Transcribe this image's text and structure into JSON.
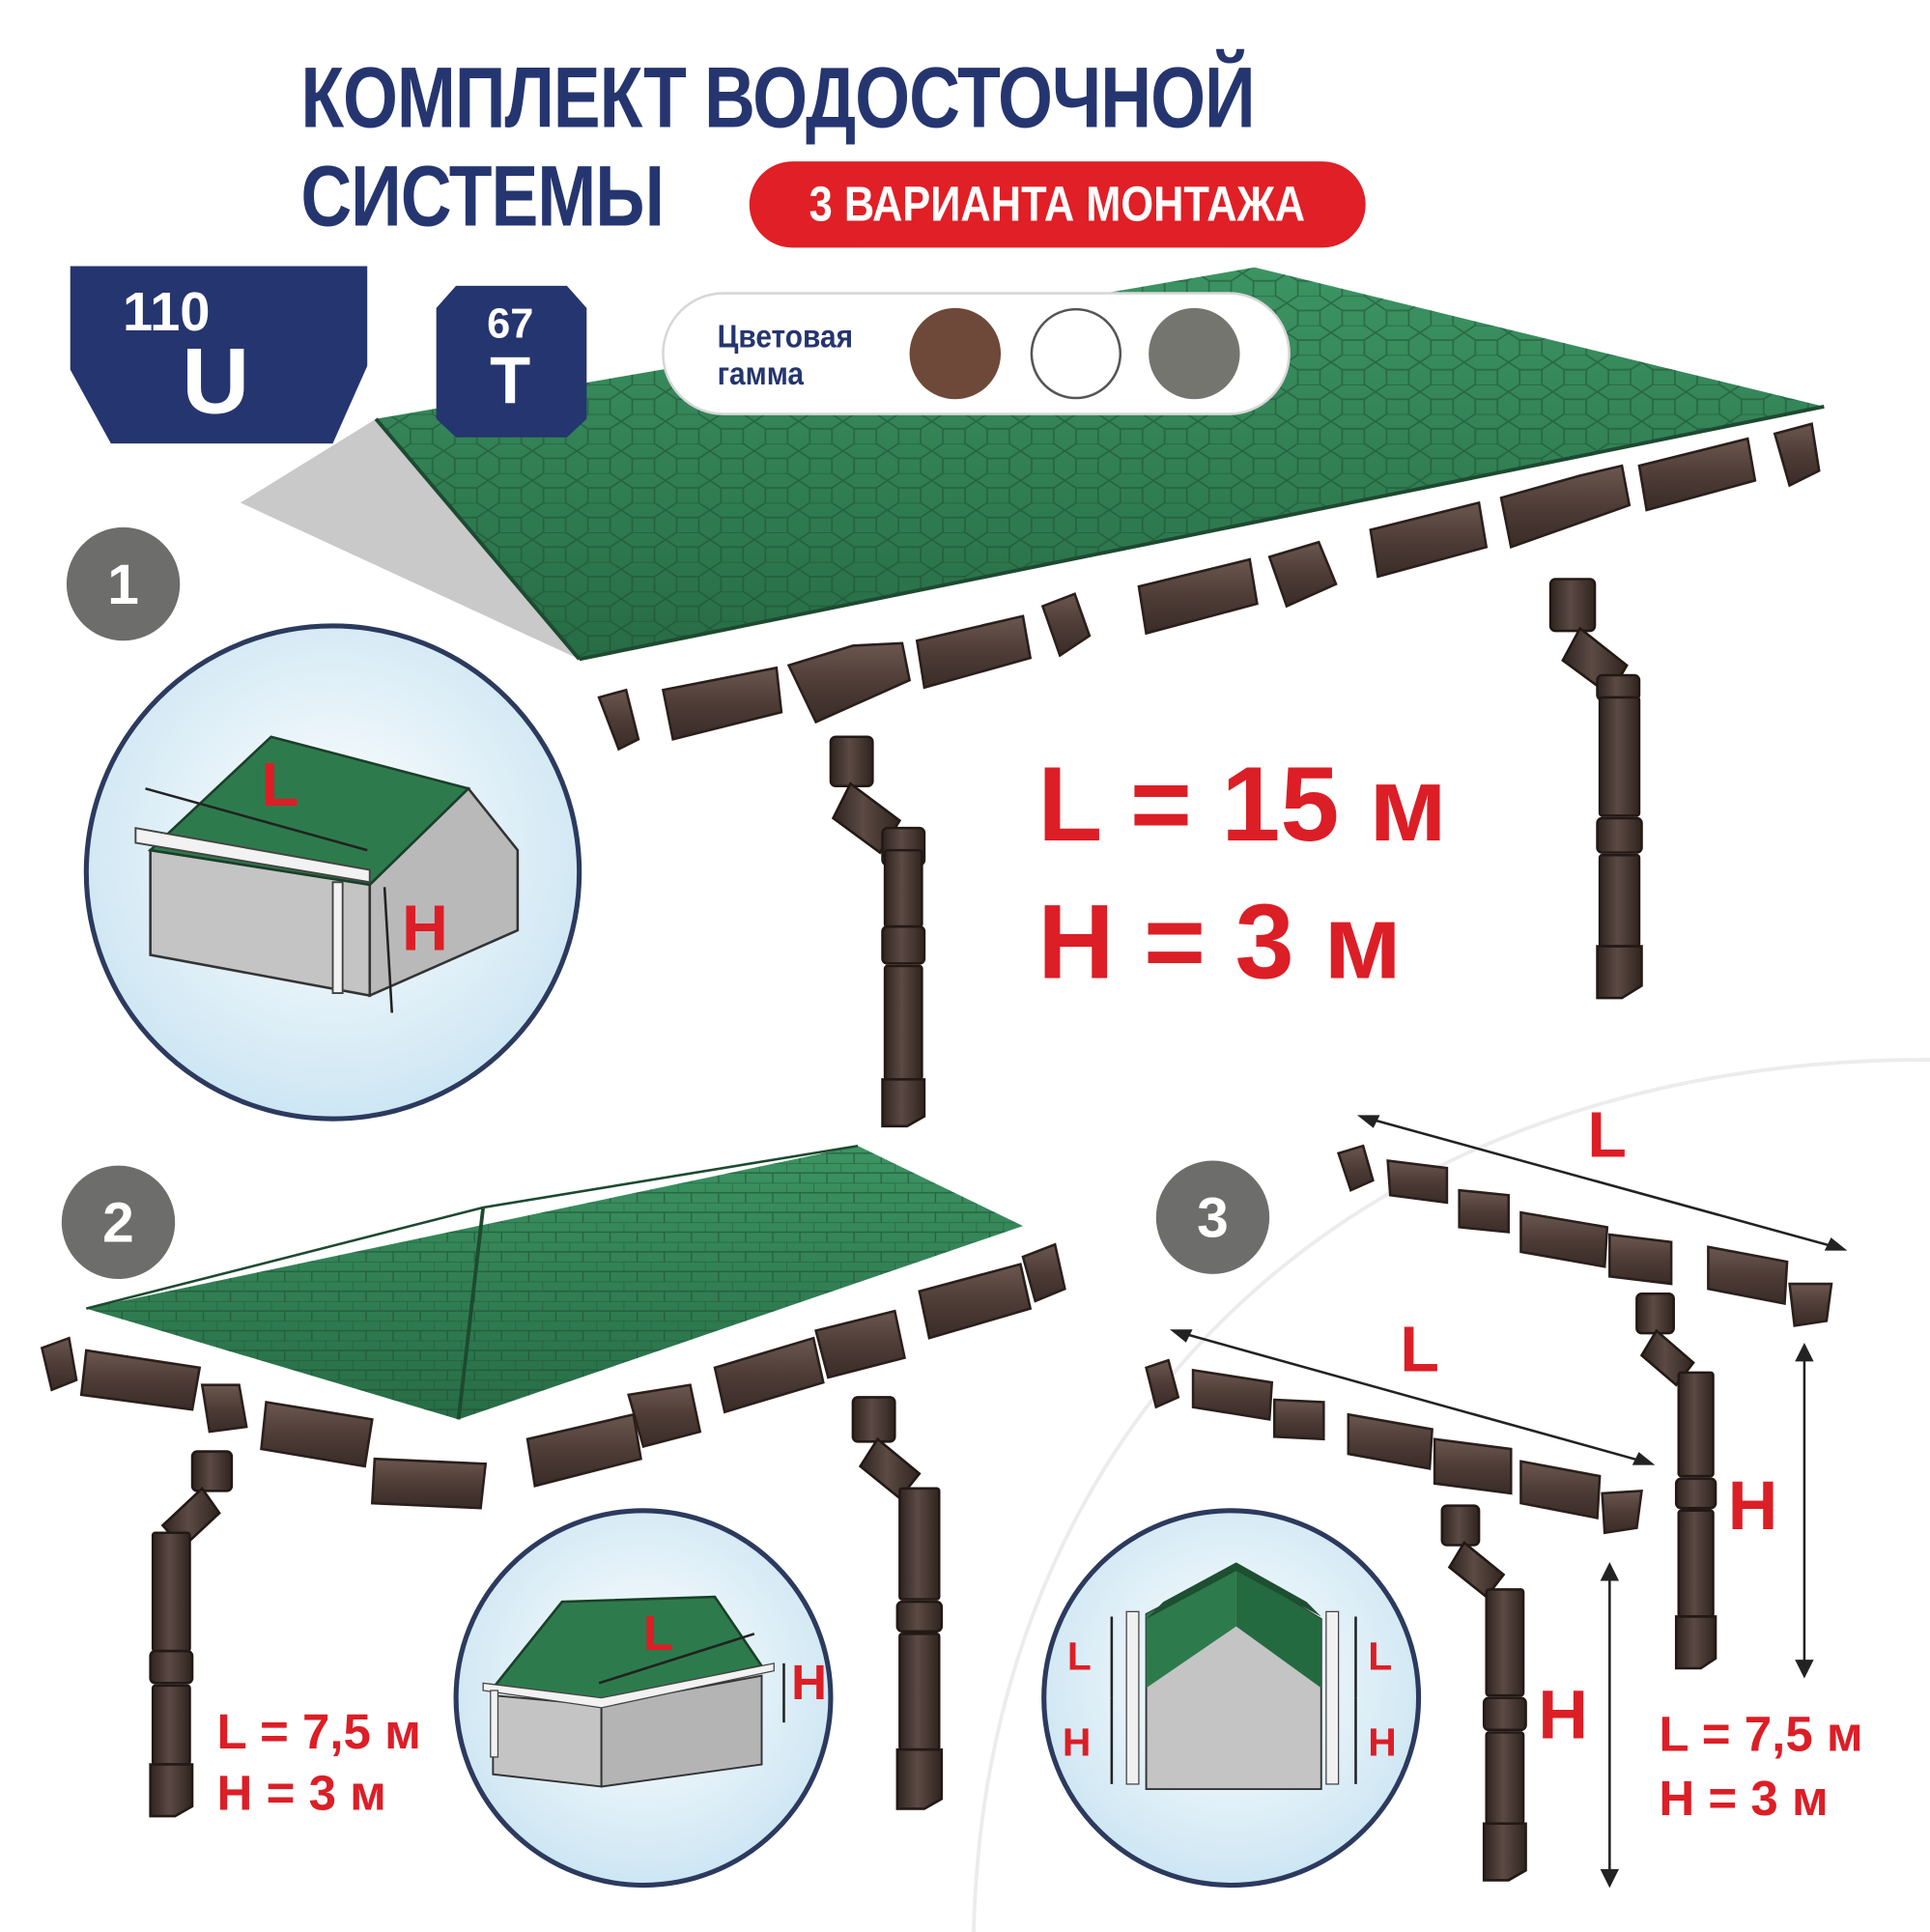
{
  "header": {
    "title_line1": "КОМПЛЕКТ ВОДОСТОЧНОЙ",
    "title_line2": "СИСТЕМЫ",
    "badge": "3 ВАРИАНТА МОНТАЖА"
  },
  "profiles": [
    {
      "size": "110",
      "shape": "U"
    },
    {
      "size": "67",
      "shape": "T"
    }
  ],
  "palette": {
    "label": "Цветовая гамма",
    "colors": [
      "#6e4838",
      "#ffffff",
      "#74756f"
    ]
  },
  "variants": [
    {
      "number": "1",
      "length": "L = 15 м",
      "height": "H = 3 м",
      "diagram_length_label": "L",
      "diagram_height_label": "H"
    },
    {
      "number": "2",
      "length": "L = 7,5 м",
      "height": "H = 3 м",
      "diagram_length_label": "L",
      "diagram_height_label": "H"
    },
    {
      "number": "3",
      "length": "L = 7,5 м",
      "height": "H = 3 м",
      "length_label": "L",
      "height_label": "H"
    }
  ],
  "colors": {
    "navy": "#25356f",
    "red": "#e01f26",
    "roof_green": "#2c7a4e",
    "gutter_brown": "#4c3a35",
    "badge_grey": "#6d6d6b"
  }
}
